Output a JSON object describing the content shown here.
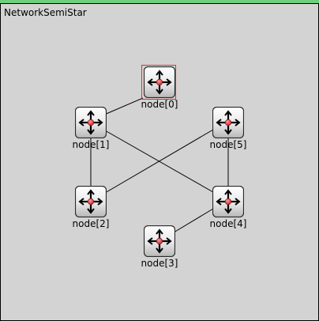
{
  "network": {
    "title": "NetworkSemiStar",
    "background": "#d3d3d3",
    "header_color": "#6fd07c",
    "selection_color": "#e03030"
  },
  "nodes": [
    {
      "id": "node0",
      "label": "node[0]",
      "icon": "router-arrows-icon",
      "selected": true
    },
    {
      "id": "node1",
      "label": "node[1]",
      "icon": "router-arrows-icon",
      "selected": false
    },
    {
      "id": "node2",
      "label": "node[2]",
      "icon": "router-arrows-icon",
      "selected": false
    },
    {
      "id": "node3",
      "label": "node[3]",
      "icon": "router-arrows-icon",
      "selected": false
    },
    {
      "id": "node4",
      "label": "node[4]",
      "icon": "router-arrows-icon",
      "selected": false
    },
    {
      "id": "node5",
      "label": "node[5]",
      "icon": "router-arrows-icon",
      "selected": false
    }
  ],
  "links": [
    {
      "from": "node0",
      "to": "node1"
    },
    {
      "from": "node1",
      "to": "node2"
    },
    {
      "from": "node1",
      "to": "node4"
    },
    {
      "from": "node5",
      "to": "node2"
    },
    {
      "from": "node5",
      "to": "node4"
    },
    {
      "from": "node4",
      "to": "node3"
    }
  ]
}
